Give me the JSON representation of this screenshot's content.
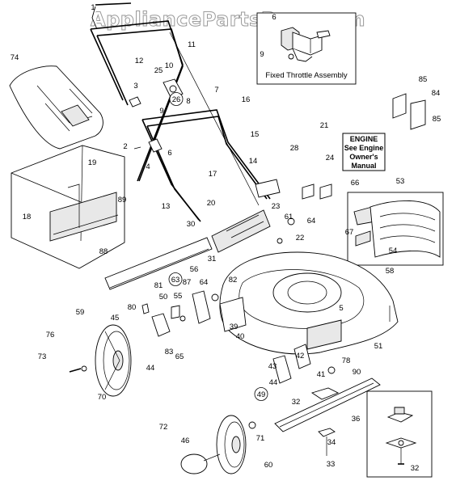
{
  "watermark": "AppliancePartsPros.com",
  "fixed_throttle": {
    "caption": "Fixed Throttle Assembly"
  },
  "engine_box": {
    "line1": "ENGINE",
    "line2": "See Engine",
    "line3": "Owner's",
    "line4": "Manual"
  },
  "callouts": [
    "1",
    "2",
    "3",
    "4",
    "5",
    "6",
    "7",
    "8",
    "9",
    "10",
    "11",
    "12",
    "13",
    "14",
    "15",
    "16",
    "17",
    "18",
    "19",
    "20",
    "21",
    "22",
    "23",
    "24",
    "25",
    "26",
    "28",
    "30",
    "31",
    "32",
    "33",
    "34",
    "36",
    "39",
    "40",
    "41",
    "42",
    "43",
    "44",
    "45",
    "46",
    "49",
    "50",
    "51",
    "53",
    "54",
    "55",
    "56",
    "58",
    "59",
    "60",
    "61",
    "63",
    "64",
    "65",
    "66",
    "67",
    "70",
    "71",
    "72",
    "73",
    "74",
    "76",
    "78",
    "80",
    "81",
    "82",
    "83",
    "84",
    "85",
    "87",
    "88",
    "89",
    "90"
  ]
}
